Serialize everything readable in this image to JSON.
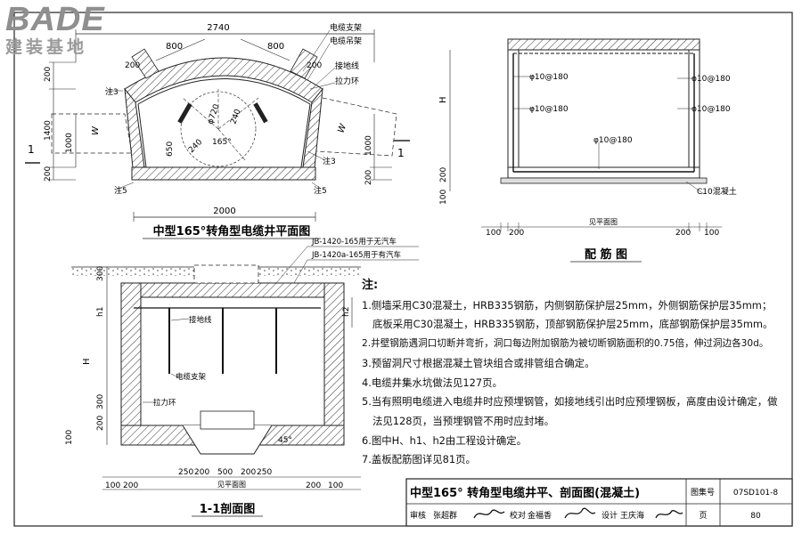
{
  "logo": {
    "name": "BADE",
    "subtitle": "建装基地"
  },
  "plan_view": {
    "title": "中型165°转角型电缆井平面图",
    "dims": {
      "top_total": "2740",
      "left_800": "800",
      "right_800": "800",
      "corner_200_left": "200",
      "corner_200_right": "200",
      "left_200_top": "200",
      "left_1400": "1400",
      "left_1000": "1000",
      "left_200_bottom": "200",
      "right_1000": "1000",
      "right_200": "200",
      "w_left": "W",
      "w_right": "W",
      "d_650": "650",
      "d_240a": "240",
      "d_240b": "240",
      "d_720": "φ720",
      "angle": "165°",
      "bottom": "2000"
    },
    "labels": {
      "cable_support": "电缆支架",
      "cable_hanger": "电缆吊架",
      "ground_wire": "接地线",
      "pull_ring": "拉力环",
      "note3a": "注3",
      "note3b": "注3",
      "note5a": "注5",
      "note5b": "注5",
      "section_mark_left": "1",
      "section_mark_right": "1"
    }
  },
  "rebar_view": {
    "title": "配 筋 图",
    "labels": {
      "bar1": "φ10@180",
      "bar2": "φ10@180",
      "bar3": "φ10@180",
      "bar4": "φ10@180",
      "bar5": "φ10@180",
      "concrete": "C10混凝土",
      "h": "H",
      "width_note": "见平面图"
    },
    "dims": {
      "left_200": "200",
      "left_100": "100",
      "b100": "100",
      "b200": "200",
      "b200b": "200",
      "b100b": "100"
    }
  },
  "section_view": {
    "title": "1-1剖面图",
    "covers": {
      "light": "JB-1420-165用于无汽车",
      "heavy": "JB-1420a-165用于有汽车"
    },
    "labels": {
      "ground_wire": "接地线",
      "cable_support": "电缆支架",
      "pull_ring": "拉力环",
      "angle": "45°",
      "width_note": "见平面图"
    },
    "dims": {
      "top_300": "300",
      "h1": "h1",
      "h2": "h2",
      "H": "H",
      "d_300": "300",
      "d_200": "200",
      "d_100": "100",
      "b": [
        "100",
        "200",
        "250",
        "200",
        "500",
        "200",
        "250",
        "200",
        "100"
      ]
    }
  },
  "notes": {
    "title": "注:",
    "items": [
      "1.侧墙采用C30混凝土，HRB335钢筋，内侧钢筋保护层25mm，外侧钢筋保护层35mm；",
      "底板采用C30混凝土，HRB335钢筋，顶部钢筋保护层25mm，底部钢筋保护层35mm。",
      "2.井壁钢筋遇洞口切断并弯折，洞口每边附加钢筋为被切断钢筋面积的0.75倍，伸过洞边各30d。",
      "3.预留洞尺寸根据混凝土管块组合或排管组合确定。",
      "4.电缆井集水坑做法见127页。",
      "5.当有照明电缆进入电缆井时应预埋钢管，如接地线引出时应预埋钢板，高度由设计确定，做",
      "法见128页，当预埋钢管不用时应封堵。",
      "6.图中H、h1、h2由工程设计确定。",
      "7.盖板配筋图详见81页。"
    ]
  },
  "title_block": {
    "drawing_title": "中型165° 转角型电缆井平、剖面图(混凝土)",
    "atlas_label": "图集号",
    "atlas_no": "07SD101-8",
    "review_label": "审核",
    "reviewer": "张超群",
    "check_label": "校对",
    "checker": "金福香",
    "design_label": "设计",
    "designer": "王庆海",
    "page_label": "页",
    "page_no": "80"
  }
}
